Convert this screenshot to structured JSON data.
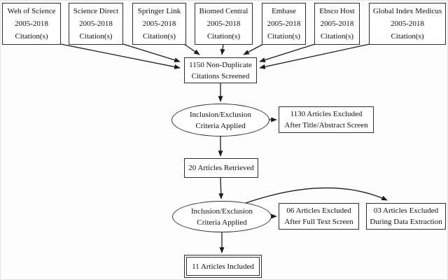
{
  "sources": [
    {
      "name": "Web of Science",
      "period": "2005-2018",
      "label": "Citation(s)"
    },
    {
      "name": "Science Direct",
      "period": "2005-2018",
      "label": "Citation(s)"
    },
    {
      "name": "Springer Link",
      "period": "2005-2018",
      "label": "Citation(s)"
    },
    {
      "name": "Biomed Central",
      "period": "2005-2018",
      "label": "Citation(s)"
    },
    {
      "name": "Embase",
      "period": "2005-2018",
      "label": "Citation(s)"
    },
    {
      "name": "Ebsco Host",
      "period": "2005-2018",
      "label": "Citation(s)"
    },
    {
      "name": "Global Index Medicus",
      "period": "2005-2018",
      "label": "Citation(s)"
    }
  ],
  "screening": {
    "non_duplicate": {
      "line1": "1150 Non-Duplicate",
      "line2": "Citations Screened"
    },
    "criteria_1": {
      "line1": "Inclusion/Exclusion",
      "line2": "Criteria Applied"
    },
    "excluded_title_abstract": {
      "line1": "1130 Articles Excluded",
      "line2": "After Title/Abstract Screen"
    },
    "retrieved": {
      "label": "20 Articles Retrieved"
    },
    "criteria_2": {
      "line1": "Inclusion/Exclusion",
      "line2": "Criteria Applied"
    },
    "excluded_full_text": {
      "line1": "06 Articles Excluded",
      "line2": "After Full Text Screen"
    },
    "excluded_data_extraction": {
      "line1": "03 Articles Excluded",
      "line2": "During Data Extraction"
    },
    "included": {
      "label": "11 Articles Included"
    }
  },
  "colors": {
    "background": "#fdfdfd",
    "node_fill": "#ffffff",
    "border": "#2e2e2e",
    "arrow": "#1c1c1c",
    "text": "#111111"
  }
}
